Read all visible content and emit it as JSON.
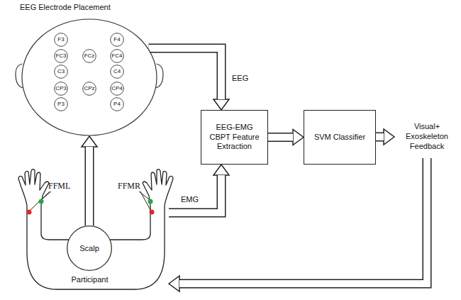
{
  "diagram": {
    "nodes": [
      {
        "text": [
          "EEG Electrode Placement"
        ]
      },
      {
        "text": [
          "F3"
        ],
        "in": 0
      },
      {
        "text": [
          "F4"
        ],
        "in": 0
      },
      {
        "text": [
          "FC3"
        ],
        "in": 0
      },
      {
        "text": [
          "FCz"
        ],
        "in": 0
      },
      {
        "text": [
          "FC4"
        ],
        "in": 0
      },
      {
        "text": [
          "C3"
        ],
        "in": 0
      },
      {
        "text": [
          "C4"
        ],
        "in": 0
      },
      {
        "text": [
          "CP3"
        ],
        "in": 0
      },
      {
        "text": [
          "CPz"
        ],
        "in": 0
      },
      {
        "text": [
          "CP4"
        ],
        "in": 0
      },
      {
        "text": [
          "P3"
        ],
        "in": 0
      },
      {
        "text": [
          "P4"
        ],
        "in": 0
      },
      {
        "text": [
          "Participant"
        ]
      },
      {
        "text": [
          "Scalp"
        ],
        "in": 13
      },
      {
        "text": [
          "EEG-EMG CBPT Feature Extraction"
        ]
      },
      {
        "text": [
          "SVM Classifier"
        ]
      },
      {
        "text": [
          "Visual+ Exoskeleton Feedback"
        ]
      }
    ],
    "edges": [
      {
        "from": 0,
        "to": 15,
        "arrow": "to",
        "label": "EEG"
      },
      {
        "from": 13,
        "to": 15,
        "arrow": "to",
        "label": "EMG"
      },
      {
        "from": 14,
        "to": 0,
        "arrow": "to"
      },
      {
        "from": 15,
        "to": 16,
        "arrow": "to"
      },
      {
        "from": 16,
        "to": 17,
        "arrow": "to"
      },
      {
        "from": 17,
        "to": 13,
        "arrow": "to"
      }
    ],
    "labels": [
      "FFML",
      "FFMR"
    ]
  }
}
